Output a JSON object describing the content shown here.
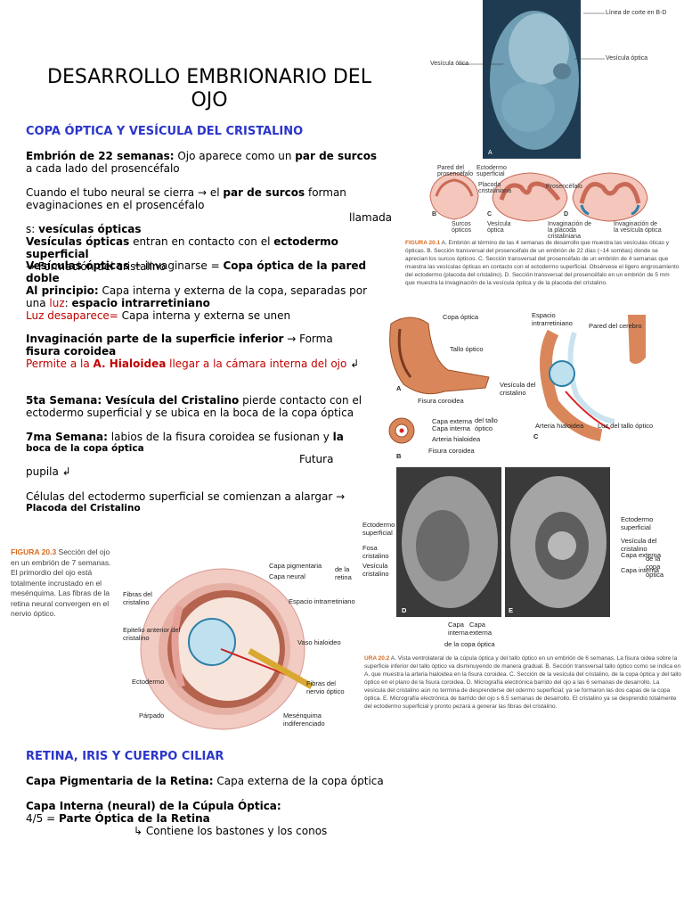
{
  "title": "DESARROLLO EMBRIONARIO DEL OJO",
  "section1": "COPA ÓPTICA Y VESÍCULA DEL CRISTALINO",
  "p1": {
    "b1": "Embrión de 22 semanas:",
    "t1": " Ojo aparece como un ",
    "b2": "par de surcos",
    "t2": " a cada lado del prosencéfalo"
  },
  "p2": {
    "t1": "Cuando el tubo neural se cierra → el ",
    "b1": "par de surcos",
    "t2": " forman evaginaciones en el prosencéfalo",
    "t3": "llamada",
    "t4": "s: ",
    "b2": "vesículas ópticas"
  },
  "p3": {
    "b1": "Vesículas ópticas",
    "t1": " entran en contacto con el ",
    "b2": "ectodermo superficial",
    "t2": "→ Formación del cristalino"
  },
  "p4": {
    "b1": "Vesículas ópticas",
    "t1": " + invaginarse = ",
    "b2": "Copa óptica de la pared doble"
  },
  "p5": {
    "b1": "Al principio:",
    "t1": " Capa interna y externa de la copa, separadas por una ",
    "r1": "luz",
    "t2": ": ",
    "b2": "espacio intrarretiniano",
    "r2": "Luz desaparece=",
    "t3": " Capa interna y externa se unen"
  },
  "p6": {
    "b1": "Invaginación parte de la superficie inferior",
    "t1": " → Forma ",
    "b2": "fisura coroidea",
    "r1": "Permite a la ",
    "rb": "A. Hialoidea",
    "r2": " llegar a la cámara interna del ojo",
    "t2": " ↲"
  },
  "p7": {
    "b1": "5ta Semana: Vesícula del Cristalino",
    "t1": " pierde contacto con el ectodermo superficial y se ubica en la boca de la copa óptica"
  },
  "p8": {
    "b1": "7ma Semana:",
    "t1": " labios de la fisura coroidea se fusionan y ",
    "b2": "la",
    "b3": "boca de la copa óptica",
    "t2": "Futura",
    "t3": "pupila ↲"
  },
  "p9": {
    "t1": "Células del ectodermo superficial se comienzan a alargar →",
    "b1": "Placoda del Cristalino"
  },
  "section2": "RETINA, IRIS Y CUERPO CILIAR",
  "p10": {
    "b1": "Capa Pigmentaria de la Retina:",
    "t1": " Capa externa de la copa óptica"
  },
  "p11": {
    "b1": "Capa Interna (neural) de la Cúpula Óptica:",
    "t2": "4/5 = ",
    "b2": "Parte Óptica de la Retina",
    "t3": "↳ Contiene los bastones y los conos"
  },
  "fig1": {
    "labels": [
      "Línea de corte en B-D",
      "Vesícula ótica",
      "Vesícula óptica",
      "A",
      "Pared del prosencéfalo",
      "Ectodermo superficial",
      "Placoda cristaliniana",
      "Prosencéfalo",
      "B",
      "C",
      "D",
      "Surcos ópticos",
      "Vesícula óptica",
      "Invaginación de la placoda cristaliniana",
      "Invaginación de la vesícula óptica"
    ],
    "caption_head": "FIGURA 20.1",
    "caption": " A. Embrión al término de las 4 semanas de desarrollo que muestra las vesículas óticas y ópticas. B. Sección transversal del prosencéfalo de un embrión de 22 días (~14 somitas) donde se aprecian los surcos ópticos. C. Sección transversal del prosencéfalo de un embrión de 4 semanas que muestra las vesículas ópticas en contacto con el ectodermo superficial. Obsérvese el ligero engrosamiento del ectodermo (placoda del cristalino). D. Sección transversal del prosencéfalo en un embrión de 5 mm que muestra la invaginación de la vesícula óptica y de la placoda del cristalino."
  },
  "fig2": {
    "labels": [
      "Copa óptica",
      "Tallo óptico",
      "A",
      "Fisura coroidea",
      "Espacio intrarretiniano",
      "Pared del cerebro",
      "Vesícula del cristalino",
      "Arteria hialoidea",
      "Luz del tallo óptico",
      "C",
      "Capa externa",
      "Capa interna",
      "del tallo óptico",
      "Arteria hialoidea",
      "B",
      "Fisura coroidea"
    ]
  },
  "fig3": {
    "labels": [
      "Ectodermo superficial",
      "Fosa cristalino",
      "Vesícula cristalino",
      "D",
      "Capa interna",
      "Capa externa",
      "de la copa óptica",
      "Ectodermo superficial",
      "Vesícula del cristalino",
      "Capa externa",
      "Capa interna",
      "de la copa óptica",
      "E"
    ],
    "caption_head": "URA 20.2",
    "caption": " A. Vista ventrolateral de la cúpula óptica y del tallo óptico en un embrión de 6 semanas. La fisura oidea sobre la superficie inferior del tallo óptico va disminuyendo de manera gradual. B. Sección transversal tallo óptico como se indica en A, que muestra la arteria hialoidea en la fisura coroidea. C. Sección de la vesícula del cristalino, de la copa óptica y del tallo óptico en el plano de la fisura coroidea. D. Micrografía electrónica barrido del ojo a las 6 semanas de desarrollo. La vesícula del cristalino aún no termina de desprenderse del odermo superficial; ya se formaron las dos capas de la copa óptica. E. Micrografía electrónica de barrido del ojo s 6.5 semanas de desarrollo. El cristalino ya se desprendió totalmente del ectodermo superficial y pronto pezará a generar las fibras del cristalino."
  },
  "fig4": {
    "caption_head": "FIGURA 20.3",
    "caption": " Sección del ojo en un embrión de 7 semanas. El primordio del ojo está totalmente incrustado en el mesénquima. Las fibras de la retina neural convergen en el nervio óptico.",
    "labels": [
      "Capa pigmentaria",
      "Capa neural",
      "de la retina",
      "Fibras del cristalino",
      "Espacio intrarretiniano",
      "Epitelio anterior del cristalino",
      "Vaso hialoideo",
      "Ectodermo",
      "Fibras del nervio óptico",
      "Párpado",
      "Mesénquima indiferenciado"
    ]
  }
}
